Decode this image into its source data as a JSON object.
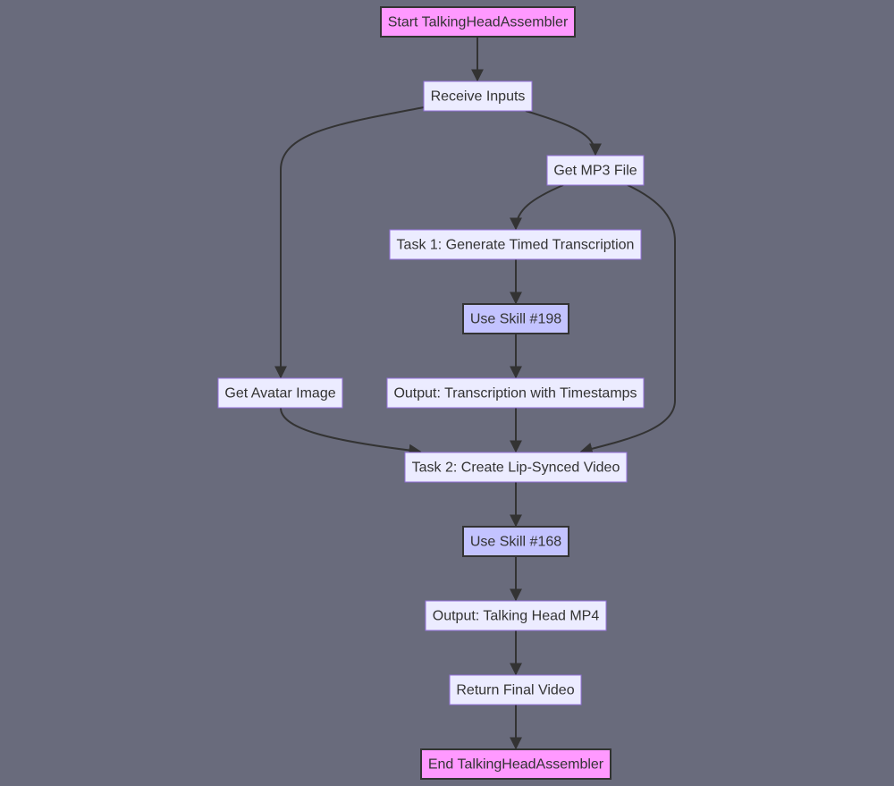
{
  "colors": {
    "background": "#696b7c",
    "edge": "#333333",
    "process_fill": "#ececff",
    "process_stroke": "#9370db",
    "terminal_fill": "#ff99ff",
    "skill_fill": "#c3c3ff",
    "emphasis_stroke": "#333333",
    "text": "#333333"
  },
  "nodes": [
    {
      "id": "start",
      "label": "Start TalkingHeadAssembler",
      "kind": "terminal"
    },
    {
      "id": "receive",
      "label": "Receive Inputs",
      "kind": "process"
    },
    {
      "id": "mp3",
      "label": "Get MP3 File",
      "kind": "process"
    },
    {
      "id": "task1",
      "label": "Task 1: Generate Timed Transcription",
      "kind": "process"
    },
    {
      "id": "skill198",
      "label": "Use Skill #198",
      "kind": "skill"
    },
    {
      "id": "avatar",
      "label": "Get Avatar Image",
      "kind": "process"
    },
    {
      "id": "outTrans",
      "label": "Output: Transcription with Timestamps",
      "kind": "process"
    },
    {
      "id": "task2",
      "label": "Task 2: Create Lip-Synced Video",
      "kind": "process"
    },
    {
      "id": "skill168",
      "label": "Use Skill #168",
      "kind": "skill"
    },
    {
      "id": "outMp4",
      "label": "Output: Talking Head MP4",
      "kind": "process"
    },
    {
      "id": "ret",
      "label": "Return Final Video",
      "kind": "process"
    },
    {
      "id": "end",
      "label": "End TalkingHeadAssembler",
      "kind": "terminal"
    }
  ],
  "edges": [
    {
      "from": "start",
      "to": "receive"
    },
    {
      "from": "receive",
      "to": "mp3"
    },
    {
      "from": "receive",
      "to": "avatar"
    },
    {
      "from": "mp3",
      "to": "task1"
    },
    {
      "from": "mp3",
      "to": "task2"
    },
    {
      "from": "task1",
      "to": "skill198"
    },
    {
      "from": "skill198",
      "to": "outTrans"
    },
    {
      "from": "outTrans",
      "to": "task2"
    },
    {
      "from": "avatar",
      "to": "task2"
    },
    {
      "from": "task2",
      "to": "skill168"
    },
    {
      "from": "skill168",
      "to": "outMp4"
    },
    {
      "from": "outMp4",
      "to": "ret"
    },
    {
      "from": "ret",
      "to": "end"
    }
  ]
}
